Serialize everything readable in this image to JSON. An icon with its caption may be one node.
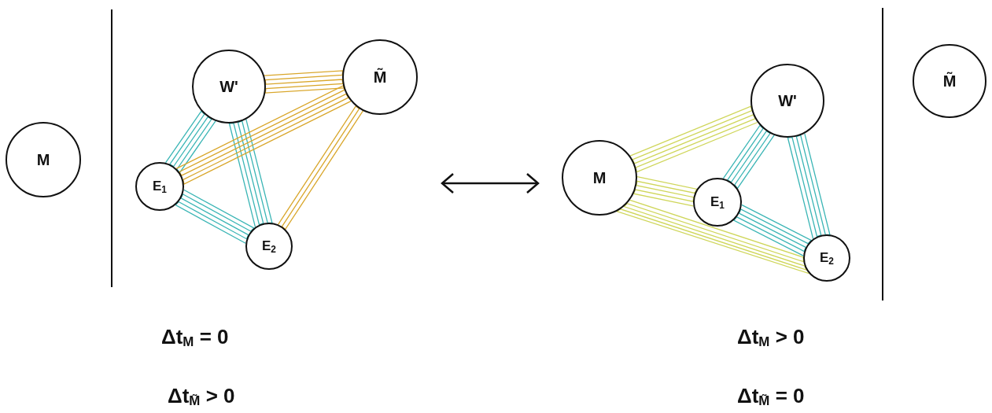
{
  "diagram": {
    "nodes": [
      {
        "text": [
          "M"
        ]
      },
      {
        "text": [
          "W'"
        ]
      },
      {
        "text": [
          "M̃"
        ]
      },
      {
        "text": [
          "E$_{1}$"
        ]
      },
      {
        "text": [
          "E$_{2}$"
        ]
      },
      {
        "text": [
          "W'"
        ]
      },
      {
        "text": [
          "M"
        ]
      },
      {
        "text": [
          "E$_{1}$"
        ]
      },
      {
        "text": [
          "E$_{2}$"
        ]
      },
      {
        "text": [
          "M̃"
        ]
      }
    ],
    "edges": [
      {
        "from": 1,
        "to": 2,
        "arrow": "none",
        "color": "#d9a62a"
      },
      {
        "from": 1,
        "to": 3,
        "arrow": "none"
      },
      {
        "from": 1,
        "to": 4,
        "arrow": "none"
      },
      {
        "from": 3,
        "to": 2,
        "arrow": "none",
        "color": "#d9a62a"
      },
      {
        "from": 4,
        "to": 2,
        "arrow": "none",
        "color": "#d9a62a"
      },
      {
        "from": 3,
        "to": 4,
        "arrow": "none"
      },
      {
        "from": 6,
        "to": 5,
        "arrow": "none",
        "color": "#cfd65a"
      },
      {
        "from": 6,
        "to": 7,
        "arrow": "none",
        "color": "#cfd65a"
      },
      {
        "from": 6,
        "to": 8,
        "arrow": "none",
        "color": "#cfd65a"
      },
      {
        "from": 5,
        "to": 7,
        "arrow": "none"
      },
      {
        "from": 5,
        "to": 8,
        "arrow": "none"
      },
      {
        "from": 7,
        "to": 8,
        "arrow": "none"
      }
    ],
    "labels": [
      "Δt$_{M}$ = 0",
      "Δt$_{M̃}$ > 0",
      "Δt$_{M}$ > 0",
      "Δt$_{M̃}$ = 0"
    ]
  }
}
